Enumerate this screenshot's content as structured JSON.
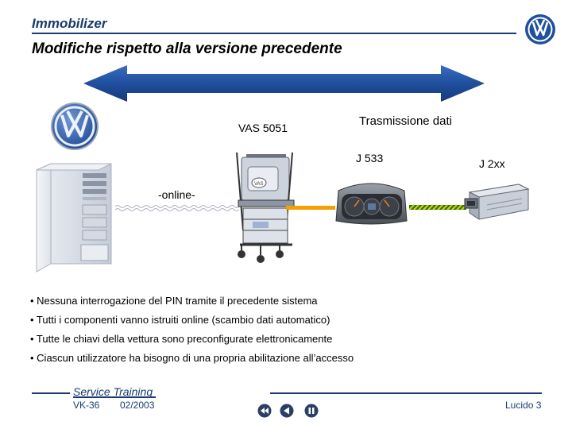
{
  "header": {
    "section_title": "Immobilizer",
    "slide_title": "Modifiche rispetto alla versione precedente"
  },
  "diagram": {
    "vas_label": "VAS 5051",
    "transmission_label": "Trasmissione dati",
    "j533_label": "J 533",
    "j2xx_label": "J 2xx",
    "online_label": "-online-",
    "colors": {
      "arrow": "#1f4f9e",
      "data_line_orange": "#f5a000",
      "data_line_green": "#1c7a1c",
      "data_line_yellow": "#e6c800"
    },
    "icons": [
      "vw-logo-icon",
      "server-tower-icon",
      "diagnostic-cart-icon",
      "instrument-cluster-icon",
      "control-unit-icon"
    ]
  },
  "bullets": [
    "• Nessuna interrogazione del PIN tramite il precedente sistema",
    "• Tutti i componenti vanno istruiti online (scambio dati automatico)",
    "• Tutte le chiavi della vettura sono preconfigurate elettronicamente",
    "• Ciascun utilizzatore ha bisogno di una propria abilitazione all’accesso"
  ],
  "footer": {
    "brand": "Service Training",
    "code": "VK-36",
    "date": "02/2003",
    "slide": "Lucido 3"
  },
  "nav": {
    "back_icon": "rewind-icon",
    "prev_icon": "prev-icon",
    "pause_icon": "pause-icon"
  }
}
